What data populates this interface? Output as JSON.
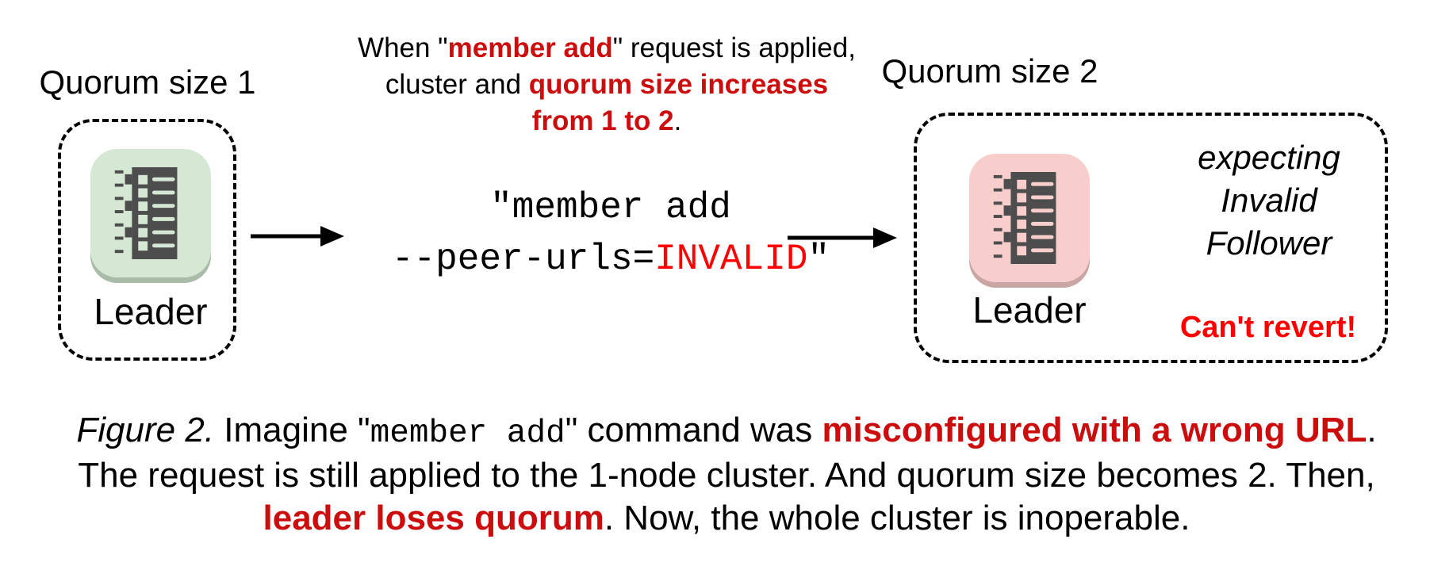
{
  "palette": {
    "dark_red_text": "#cc0d0d",
    "bright_red_text": "#ff0000",
    "icon_glyph_gray": "#4d4d4d",
    "node_green_bg": "#d5e8d4",
    "node_green_shadow": "#a9bca7",
    "node_pink_bg": "#f8cecc",
    "node_pink_shadow": "#c9a5a4",
    "border_black": "#000000"
  },
  "left_cluster": {
    "title": "Quorum size 1",
    "node_label": "Leader",
    "node_icon": "server-list-icon"
  },
  "right_cluster": {
    "title": "Quorum size 2",
    "node_label": "Leader",
    "node_icon": "server-list-icon",
    "expecting_line1": "expecting",
    "expecting_line2": "Invalid",
    "expecting_line3": "Follower",
    "warning": "Can't revert!"
  },
  "annotation": {
    "line1_seg_a": "When \"",
    "line1_red": "member add",
    "line1_seg_b": "\" request is applied,",
    "line2_seg_a": "cluster and ",
    "line2_red": "quorum size increases",
    "line3_red": "from 1 to 2",
    "line3_seg_a": "."
  },
  "command": {
    "line1": "\"member add",
    "line2_seg_a": "--peer-urls=",
    "line2_red": "INVALID",
    "line2_seg_b": "\""
  },
  "caption": {
    "fig_label": "Figure 2.",
    "line1_seg_a": " Imagine \"",
    "line1_mono": "member add",
    "line1_seg_b": "\" command was ",
    "line1_red": "misconfigured with a wrong URL",
    "line1_seg_c": ".",
    "line2": "The request is still applied to the 1-node cluster. And quorum size becomes 2. Then,",
    "line3_red": "leader loses quorum",
    "line3_seg_a": ". Now, the whole cluster is inoperable."
  }
}
